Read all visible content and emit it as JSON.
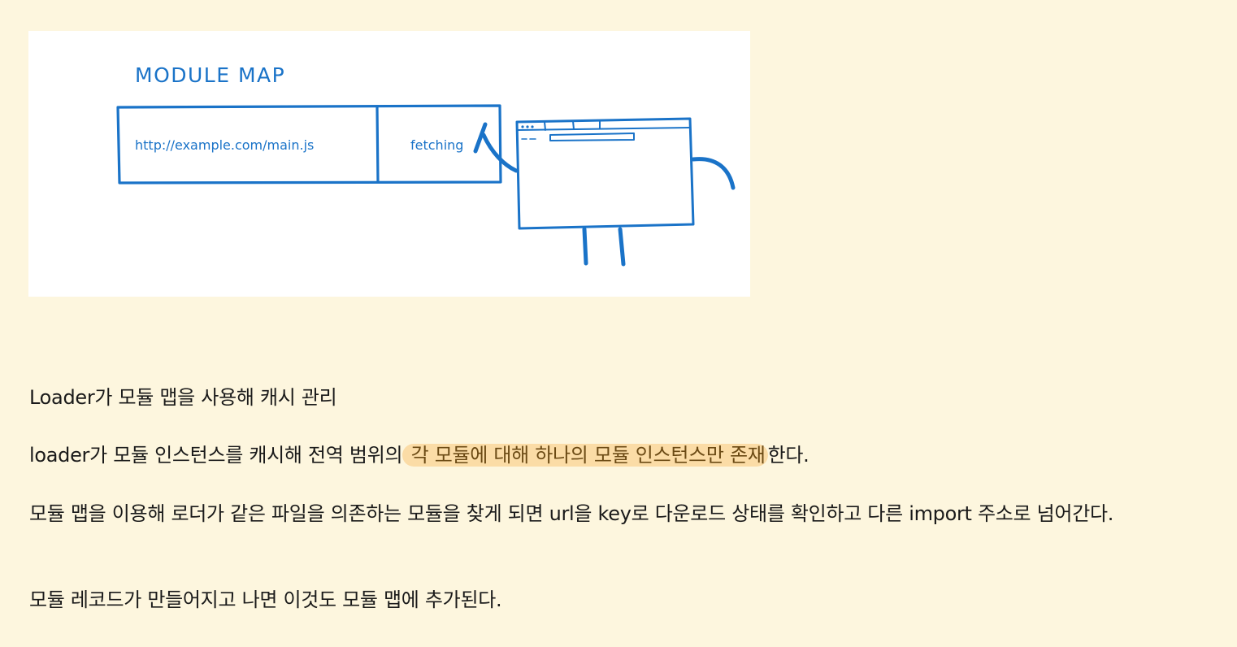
{
  "figure": {
    "title": "MODULE MAP",
    "url": "http://example.com/main.js",
    "status": "fetching"
  },
  "paragraphs": {
    "p1": "Loader가 모듈 맵을 사용해 캐시 관리",
    "p2_before": "loader가 모듈 인스턴스를 캐시해 전역 범위의",
    "p2_highlight": " 각 모듈에 대해 하나의 모듈 인스턴스만 존재",
    "p2_after": "한다.",
    "p3": "모듈 맵을 이용해 로더가 같은 파일을 의존하는 모듈을 찾게 되면 url을 key로 다운로드 상태를 확인하고 다른 import 주소로 넘어간다.",
    "p4": "모듈 레코드가 만들어지고 나면 이것도 모듈 맵에 추가된다."
  },
  "colors": {
    "background": "#fdf6de",
    "sketch_blue": "#1a73c8",
    "highlight": "#fbdca6"
  }
}
